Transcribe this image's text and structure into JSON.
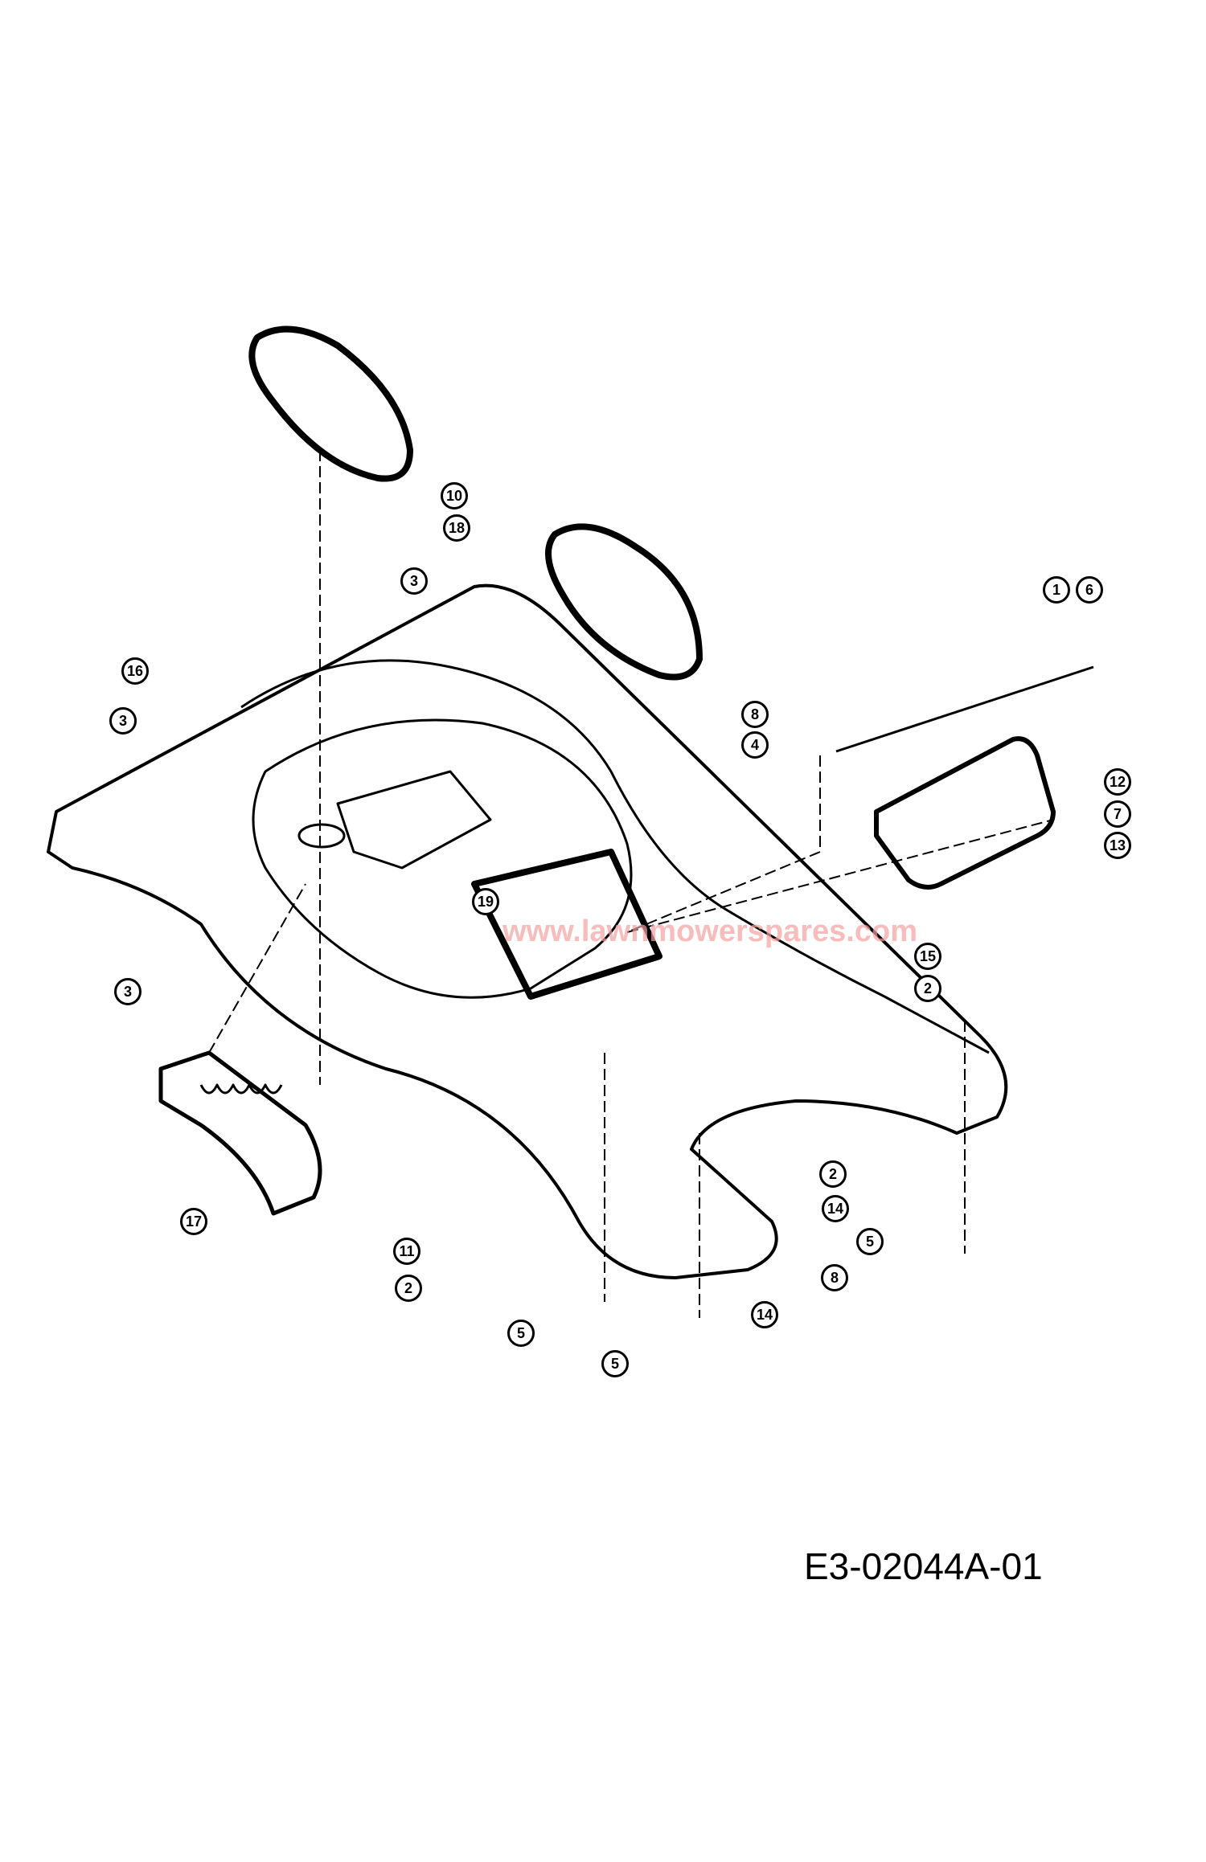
{
  "diagram": {
    "drawing_code": "E3-02044A-01",
    "watermark": "www.lawnmowerspares.com",
    "callouts": [
      "10",
      "18",
      "3",
      "16",
      "3",
      "19",
      "3",
      "1",
      "6",
      "8",
      "4",
      "12",
      "7",
      "13",
      "15",
      "2",
      "2",
      "14",
      "5",
      "8",
      "14",
      "5",
      "5",
      "11",
      "2",
      "17"
    ]
  }
}
